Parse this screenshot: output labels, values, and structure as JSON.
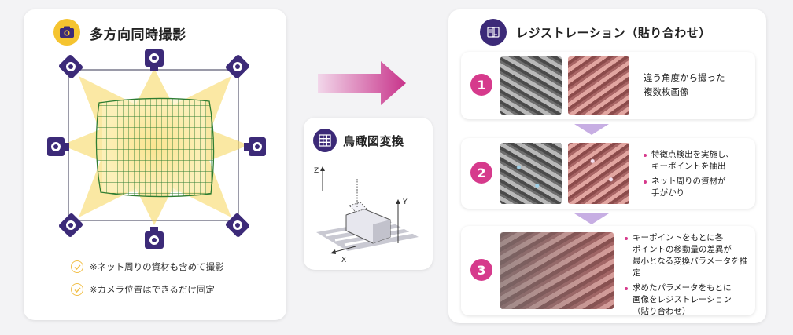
{
  "left": {
    "title": "多方向同時撮影",
    "notes": [
      "※ネット周りの資材も含めて撮影",
      "※カメラ位置はできるだけ固定"
    ]
  },
  "middle": {
    "title": "鳥瞰図変換",
    "axes": {
      "x": "X",
      "y": "Y",
      "z": "Z"
    }
  },
  "right": {
    "title": "レジストレーション（貼り合わせ）",
    "steps": [
      {
        "num": "1",
        "text": [
          "違う角度から撮った",
          "複数枚画像"
        ]
      },
      {
        "num": "2",
        "bullets": [
          [
            "特徴点検出を実施し、",
            "キーポイントを抽出"
          ],
          [
            "ネット周りの資材が",
            "手がかり"
          ]
        ]
      },
      {
        "num": "3",
        "bullets": [
          [
            "キーポイントをもとに各",
            "ポイントの移動量の差異が",
            "最小となる変換パラメータを推定"
          ],
          [
            "求めたパラメータをもとに",
            "画像をレジストレーション",
            "（貼り合わせ）"
          ]
        ]
      }
    ]
  },
  "colors": {
    "accent": "#d63a8c",
    "purple": "#3c2a78",
    "yellow": "#f5c430",
    "net": "#2e7d32"
  }
}
